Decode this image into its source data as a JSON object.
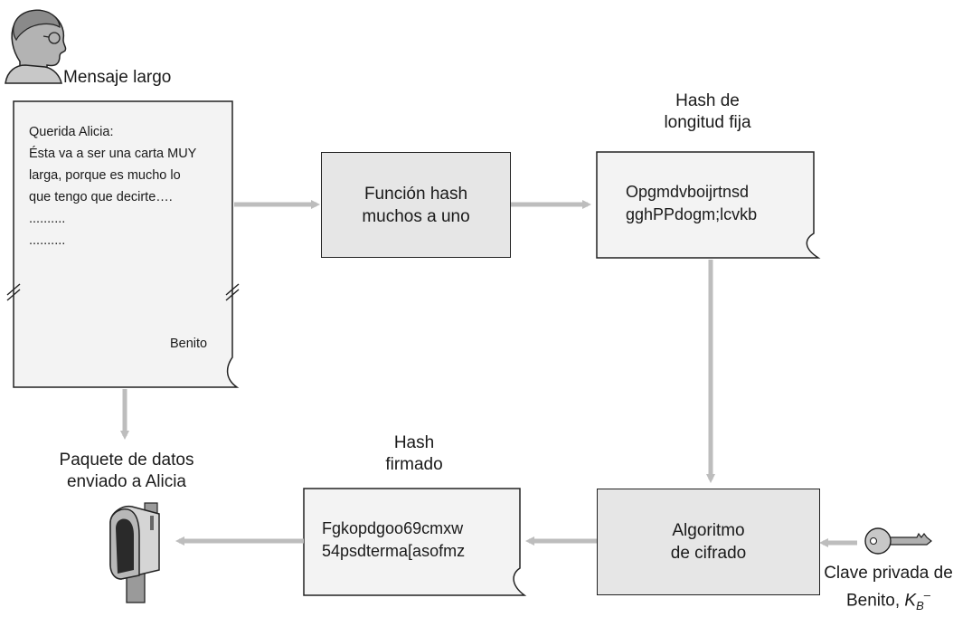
{
  "sender_label": "Mensaje largo",
  "letter": {
    "lines": [
      "Querida Alicia:",
      "Ésta va a ser una carta MUY",
      "larga, porque es mucho lo",
      "que tengo que decirte….",
      "..........",
      ".........."
    ],
    "signature": "Benito"
  },
  "hash_function": {
    "line1": "Función hash",
    "line2": "muchos a uno"
  },
  "fixed_hash": {
    "title_line1": "Hash de",
    "title_line2": "longitud fija",
    "line1": "Opgmdvboijrtnsd",
    "line2": "gghPPdogm;lcvkb"
  },
  "encryption": {
    "line1": "Algoritmo",
    "line2": "de cifrado"
  },
  "signed_hash": {
    "title_line1": "Hash",
    "title_line2": "firmado",
    "line1": "Fgkopdgoo69cmxw",
    "line2": "54psdterma[asofmz"
  },
  "packet": {
    "line1": "Paquete de datos",
    "line2": "enviado a Alicia"
  },
  "private_key": {
    "line1": "Clave privada de",
    "line2_prefix": "Benito, ",
    "symbol": "K",
    "subscript": "B",
    "superscript": "–"
  },
  "icons": [
    "person-icon",
    "mailbox-icon",
    "key-icon"
  ]
}
